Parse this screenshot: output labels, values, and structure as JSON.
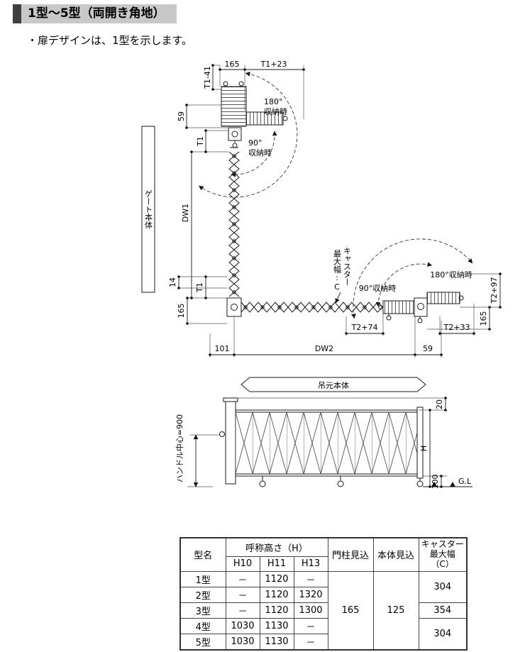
{
  "header": {
    "title": "1型～5型（両開き角地）",
    "note": "・扉デザインは、1型を示します。"
  },
  "plan": {
    "gate_body": "ゲート本体",
    "hanging_body": "吊元本体",
    "caster_label_1": "キャスター",
    "caster_label_2": "最大幅:C",
    "stored": {
      "top_180_1": "180°",
      "top_180_2": "収納時",
      "top_90_1": "90°",
      "top_90_2": "収納時",
      "right_90": "90°収納時",
      "right_180": "180°収納時"
    },
    "dims": {
      "top_165": "165",
      "top_t1_plus_23": "T1+23",
      "t1_minus_41": "T1-41",
      "left_59": "59",
      "t1_upper": "T1",
      "dw1": "DW1",
      "left_14": "14",
      "t1_lower": "T1",
      "left_165": "165",
      "bottom_101": "101",
      "dw2": "DW2",
      "bottom_59": "59",
      "t2_plus_74": "T2+74",
      "t2_plus_33": "T2+33",
      "t2_plus_97": "T2+97",
      "right_165": "165"
    }
  },
  "elevation": {
    "handle_center": "ハンドル中心=900",
    "dim_20": "20",
    "dim_h": "H",
    "dim_100": "100",
    "ground": "G.L"
  },
  "table": {
    "headers": {
      "model": "型名",
      "height": "呼称高さ（H）",
      "h10": "H10",
      "h11": "H11",
      "h13": "H13",
      "post_depth": "門柱見込",
      "body_depth": "本体見込",
      "caster": "キャスター\n最大幅\n（C）"
    },
    "rows": [
      {
        "model": "1型",
        "h10": "－",
        "h11": "1120",
        "h13": "－"
      },
      {
        "model": "2型",
        "h10": "－",
        "h11": "1120",
        "h13": "1320"
      },
      {
        "model": "3型",
        "h10": "－",
        "h11": "1120",
        "h13": "1300"
      },
      {
        "model": "4型",
        "h10": "1030",
        "h11": "1130",
        "h13": "－"
      },
      {
        "model": "5型",
        "h10": "1030",
        "h11": "1130",
        "h13": "－"
      }
    ],
    "post_depth_value": "165",
    "body_depth_value": "125",
    "caster_values": [
      "304",
      "354",
      "304"
    ]
  }
}
